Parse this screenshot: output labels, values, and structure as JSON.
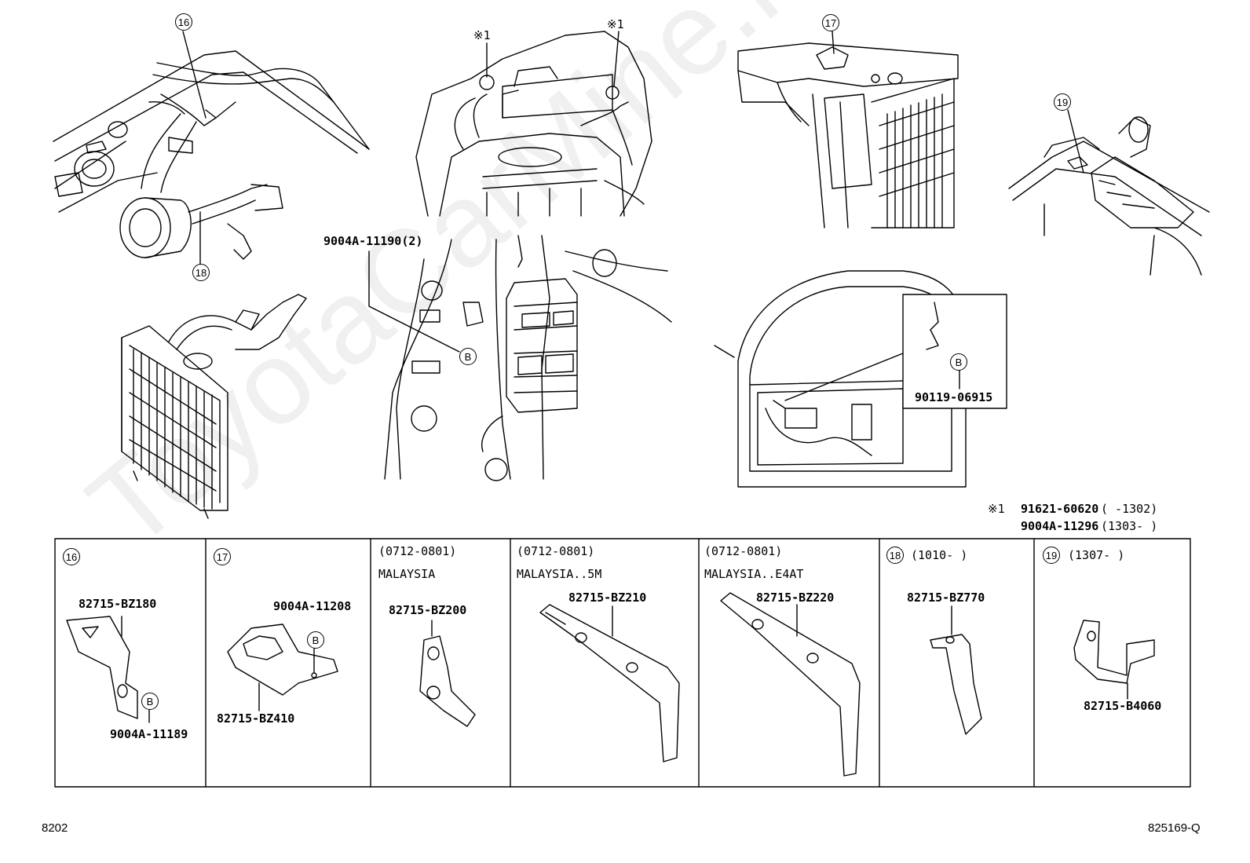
{
  "watermark": "ToyotaCarMine.ru",
  "callouts": {
    "c16": "16",
    "c17": "17",
    "c18": "18",
    "c19": "19",
    "b": "B",
    "note1": "※1"
  },
  "diagram_labels": {
    "bolt_9004a_11190": "9004A-11190(2)",
    "bolt_90119_06915": "90119-06915",
    "note_line1_mark": "※1",
    "note_line1_part": "91621-60620",
    "note_line1_range": "(     -1302)",
    "note_line2_part": "9004A-11296",
    "note_line2_range": "(1303-     )"
  },
  "table": {
    "cells": [
      {
        "num": "16",
        "parts": [
          "82715-BZ180",
          "9004A-11189"
        ]
      },
      {
        "num": "17",
        "parts": [
          "9004A-11208",
          "82715-BZ410"
        ]
      },
      {
        "range": "(0712-0801)",
        "region": "MALAYSIA",
        "parts": [
          "82715-BZ200"
        ]
      },
      {
        "range": "(0712-0801)",
        "region": "MALAYSIA..5M",
        "parts": [
          "82715-BZ210"
        ]
      },
      {
        "range": "(0712-0801)",
        "region": "MALAYSIA..E4AT",
        "parts": [
          "82715-BZ220"
        ]
      },
      {
        "num": "18",
        "range": "(1010-     )",
        "parts": [
          "82715-BZ770"
        ]
      },
      {
        "num": "19",
        "range": "(1307-     )",
        "parts": [
          "82715-B4060"
        ]
      }
    ]
  },
  "footer": {
    "left_code": "8202",
    "right_code": "825169-Q"
  }
}
